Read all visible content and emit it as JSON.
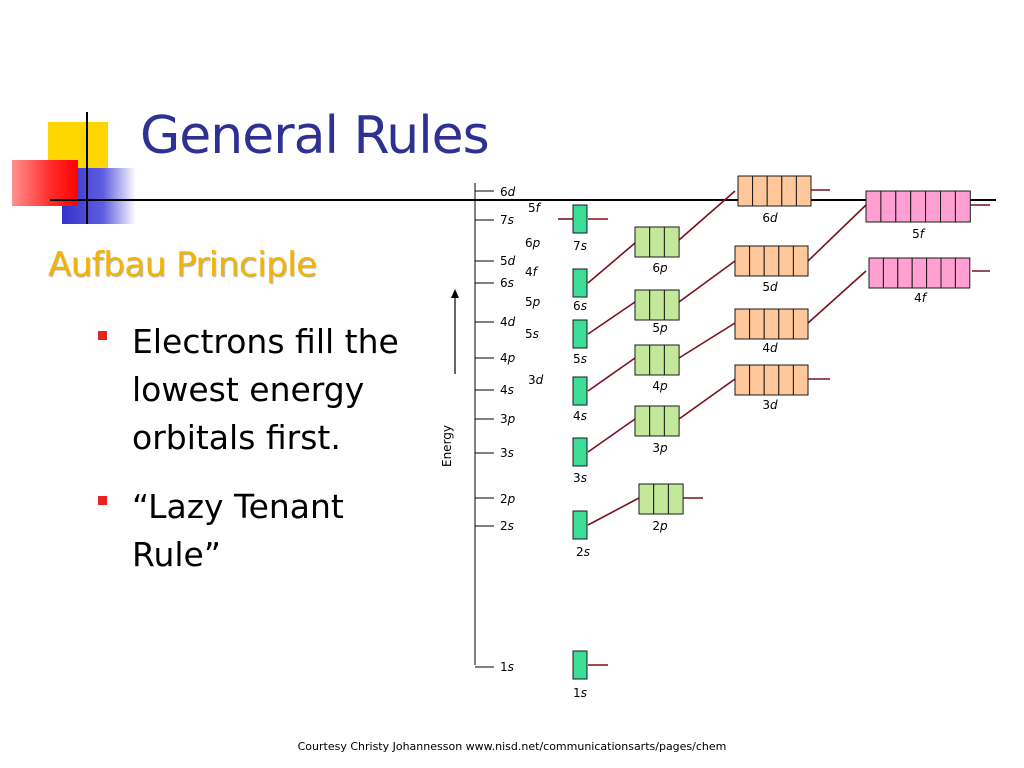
{
  "title": "General Rules",
  "subtitle": "Aufbau Principle",
  "bullets": [
    "Electrons fill the lowest energy orbitals first.",
    "“Lazy Tenant Rule”"
  ],
  "credit": "Courtesy Christy Johannesson www.nisd.net/communicationsarts/pages/chem",
  "diagram": {
    "axis_label": "Energy",
    "levels": [
      {
        "n": "6",
        "l": "d"
      },
      {
        "n": "5",
        "l": "f"
      },
      {
        "n": "7",
        "l": "s"
      },
      {
        "n": "6",
        "l": "p"
      },
      {
        "n": "5",
        "l": "d"
      },
      {
        "n": "4",
        "l": "f"
      },
      {
        "n": "6",
        "l": "s"
      },
      {
        "n": "5",
        "l": "p"
      },
      {
        "n": "4",
        "l": "d"
      },
      {
        "n": "5",
        "l": "s"
      },
      {
        "n": "4",
        "l": "p"
      },
      {
        "n": "3",
        "l": "d"
      },
      {
        "n": "4",
        "l": "s"
      },
      {
        "n": "3",
        "l": "p"
      },
      {
        "n": "3",
        "l": "s"
      },
      {
        "n": "2",
        "l": "p"
      },
      {
        "n": "2",
        "l": "s"
      },
      {
        "n": "1",
        "l": "s"
      }
    ],
    "orbitals": [
      {
        "n": "1",
        "l": "s",
        "boxes": 1,
        "color": "#3DDC97"
      },
      {
        "n": "2",
        "l": "s",
        "boxes": 1,
        "color": "#3DDC97"
      },
      {
        "n": "3",
        "l": "s",
        "boxes": 1,
        "color": "#3DDC97"
      },
      {
        "n": "4",
        "l": "s",
        "boxes": 1,
        "color": "#3DDC97"
      },
      {
        "n": "5",
        "l": "s",
        "boxes": 1,
        "color": "#3DDC97"
      },
      {
        "n": "6",
        "l": "s",
        "boxes": 1,
        "color": "#3DDC97"
      },
      {
        "n": "7",
        "l": "s",
        "boxes": 1,
        "color": "#3DDC97"
      },
      {
        "n": "2",
        "l": "p",
        "boxes": 3,
        "color": "#C4E89A"
      },
      {
        "n": "3",
        "l": "p",
        "boxes": 3,
        "color": "#C4E89A"
      },
      {
        "n": "4",
        "l": "p",
        "boxes": 3,
        "color": "#C4E89A"
      },
      {
        "n": "5",
        "l": "p",
        "boxes": 3,
        "color": "#C4E89A"
      },
      {
        "n": "6",
        "l": "p",
        "boxes": 3,
        "color": "#C4E89A"
      },
      {
        "n": "3",
        "l": "d",
        "boxes": 5,
        "color": "#FFC79A"
      },
      {
        "n": "4",
        "l": "d",
        "boxes": 5,
        "color": "#FFC79A"
      },
      {
        "n": "5",
        "l": "d",
        "boxes": 5,
        "color": "#FFC79A"
      },
      {
        "n": "6",
        "l": "d",
        "boxes": 5,
        "color": "#FFC79A"
      },
      {
        "n": "4",
        "l": "f",
        "boxes": 7,
        "color": "#FF9FD2"
      },
      {
        "n": "5",
        "l": "f",
        "boxes": 7,
        "color": "#FF9FD2"
      }
    ],
    "connector_color": "#7A1020"
  }
}
